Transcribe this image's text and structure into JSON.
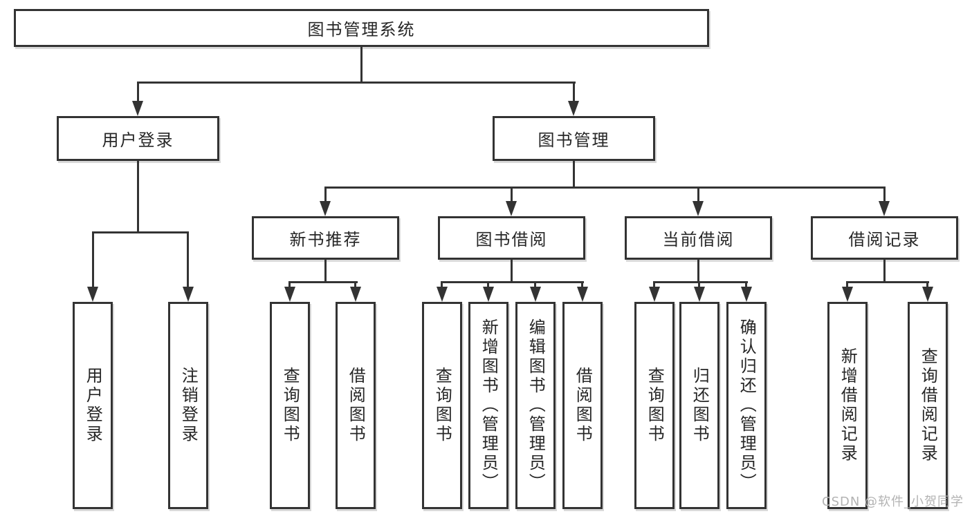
{
  "diagram": {
    "root": "图书管理系统",
    "branches": [
      {
        "label": "用户登录",
        "children": [
          "用户登录",
          "注销登录"
        ]
      },
      {
        "label": "图书管理",
        "groups": [
          {
            "label": "新书推荐",
            "children": [
              "查询图书",
              "借阅图书"
            ]
          },
          {
            "label": "图书借阅",
            "children": [
              "查询图书",
              "新增图书（管理员）",
              "编辑图书（管理员）",
              "借阅图书"
            ]
          },
          {
            "label": "当前借阅",
            "children": [
              "查询图书",
              "归还图书",
              "确认归还（管理员）"
            ]
          },
          {
            "label": "借阅记录",
            "children": [
              "新增借阅记录",
              "查询借阅记录"
            ]
          }
        ]
      }
    ]
  },
  "watermark": {
    "text": "CSDN @软件_小贺同学"
  },
  "colors": {
    "line": "#333333",
    "box_fill": "#ffffff",
    "text": "#262626",
    "watermark": "#b3b3b3"
  }
}
